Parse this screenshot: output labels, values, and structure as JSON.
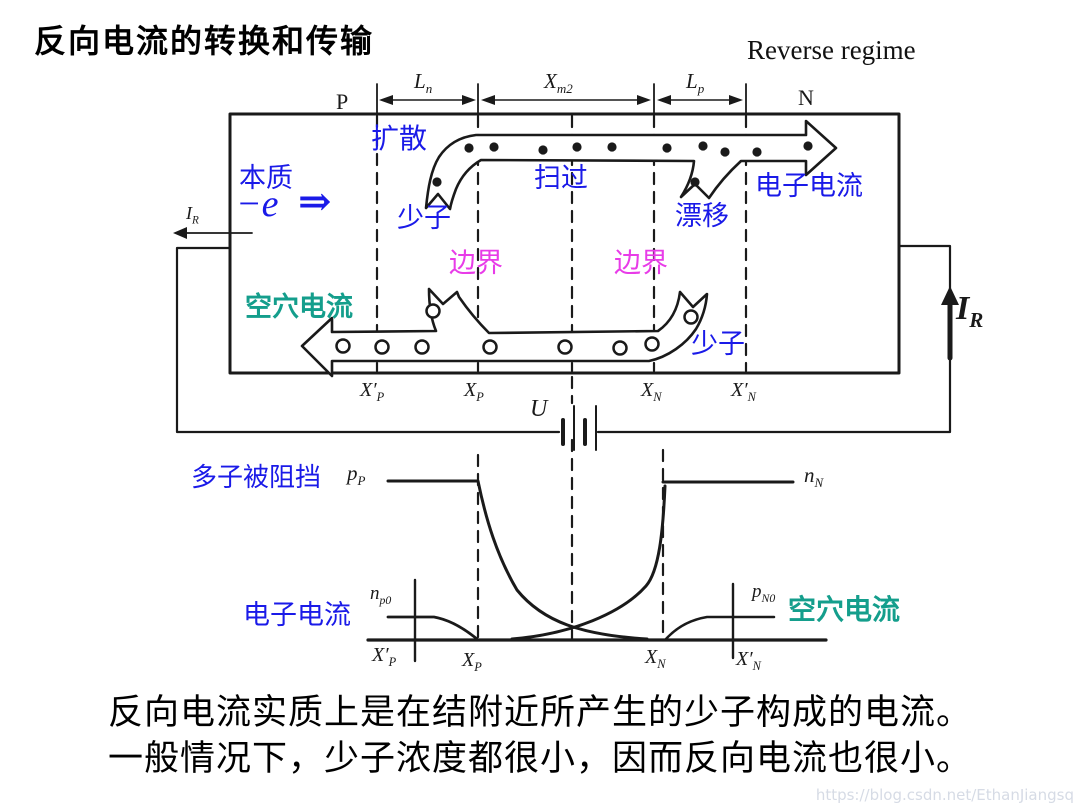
{
  "page": {
    "title": "反向电流的转换和传输",
    "subtitle": "Reverse regime",
    "caption1": "反向电流实质上是在结附近所产生的少子构成的电流。",
    "caption2": "一般情况下，少子浓度都很小，因而反向电流也很小。",
    "watermark": "https://blog.csdn.net/EthanJiangsq"
  },
  "colors": {
    "blue": "#1a1ae8",
    "magenta": "#e83ce8",
    "teal": "#149e8c",
    "ink": "#1a1a1a",
    "watermark": "#d6dbe5"
  },
  "regions": {
    "p": "P",
    "n": "N"
  },
  "dims": {
    "ln": {
      "b": "L",
      "s": "n"
    },
    "xm2": {
      "b": "X",
      "s": "m2"
    },
    "lp": {
      "b": "L",
      "s": "p"
    }
  },
  "device": {
    "diffusion": "扩散",
    "nature": "本质",
    "minus_e": "−e",
    "implies": "⇒",
    "minority_top": "少子",
    "swept": "扫过",
    "drift": "漂移",
    "electron_current": "电子电流",
    "boundary_left": "边界",
    "boundary_right": "边界",
    "hole_current": "空穴电流",
    "minority_bottom": "少子"
  },
  "axis_top": {
    "xpp": {
      "b": "X′",
      "s": "P"
    },
    "xp": {
      "b": "X",
      "s": "P"
    },
    "xn": {
      "b": "X",
      "s": "N"
    },
    "xnp": {
      "b": "X′",
      "s": "N"
    }
  },
  "circuit": {
    "u": "U",
    "ir_left": {
      "b": "I",
      "s": "R"
    },
    "ir_right": {
      "b": "I",
      "s": "R"
    }
  },
  "graph": {
    "blocked": "多子被阻挡",
    "electron_current": "电子电流",
    "hole_current": "空穴电流",
    "pp": {
      "b": "p",
      "s": "P"
    },
    "nn": {
      "b": "n",
      "s": "N"
    },
    "np0": {
      "b": "n",
      "s": "p0"
    },
    "pn0": {
      "b": "p",
      "s": "N0"
    },
    "axis": {
      "xpp": {
        "b": "X′",
        "s": "P"
      },
      "xp": {
        "b": "X",
        "s": "P"
      },
      "xn": {
        "b": "X",
        "s": "N"
      },
      "xnp": {
        "b": "X′",
        "s": "N"
      }
    }
  }
}
